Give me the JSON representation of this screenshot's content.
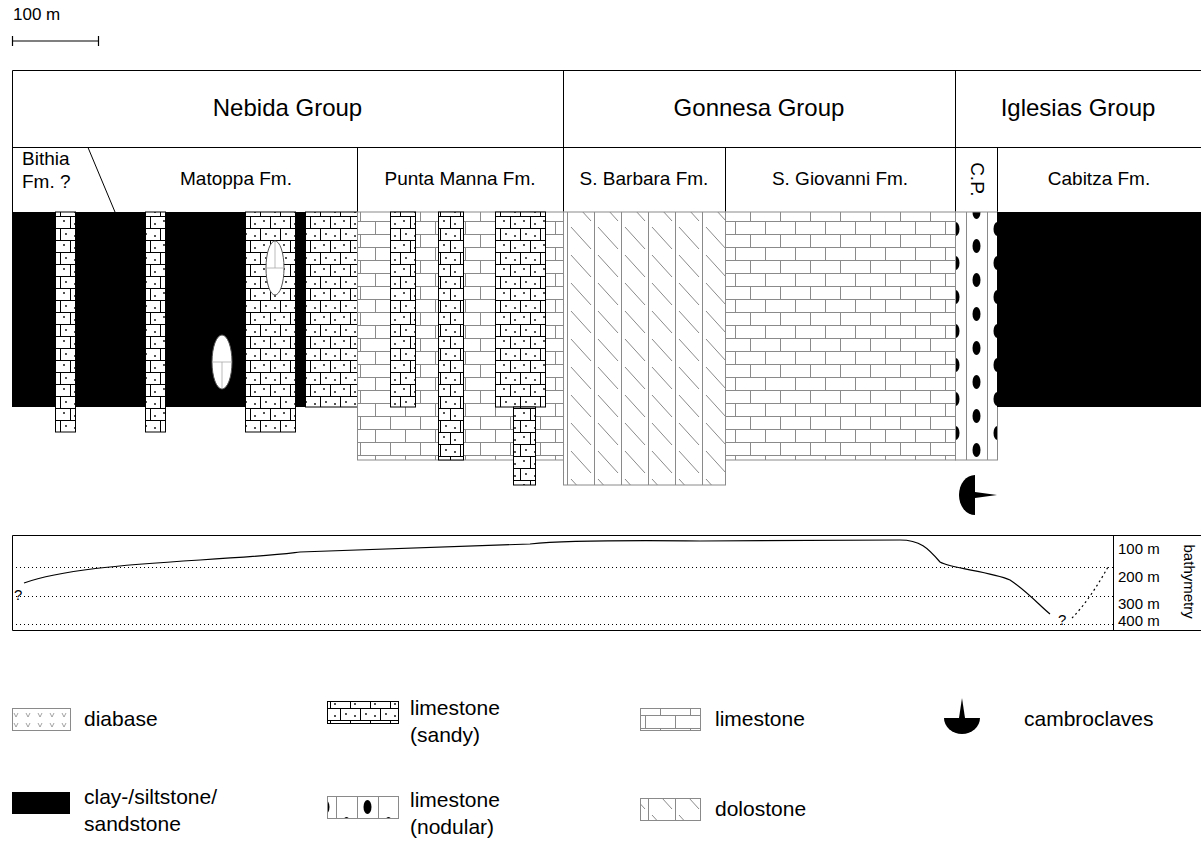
{
  "diagram": {
    "nodes": [
      {
        "text": [
          "Nebida Group"
        ]
      },
      {
        "text": [
          "Gonnesa Group"
        ]
      },
      {
        "text": [
          "Iglesias Group"
        ]
      },
      {
        "text": [
          "Bithia Fm. ?"
        ]
      },
      {
        "text": [
          "Matoppa Fm."
        ]
      },
      {
        "text": [
          "Punta Manna Fm."
        ]
      },
      {
        "text": [
          "S. Barbara Fm."
        ]
      },
      {
        "text": [
          "S. Giovanni Fm."
        ]
      },
      {
        "text": [
          "C.P."
        ]
      },
      {
        "text": [
          "Cabitza Fm."
        ]
      }
    ],
    "labels": [
      "100 m",
      "100 m",
      "200 m",
      "300 m",
      "400 m",
      "bathymetry",
      "?",
      "?"
    ],
    "legend": [
      {
        "text": "diabase"
      },
      {
        "text": "limestone (sandy)"
      },
      {
        "text": "limestone"
      },
      {
        "text": "cambroclaves"
      },
      {
        "text": "clay-/siltstone/ sandstone",
        "color": "#000000"
      },
      {
        "text": "limestone (nodular)"
      },
      {
        "text": "dolostone"
      }
    ]
  }
}
